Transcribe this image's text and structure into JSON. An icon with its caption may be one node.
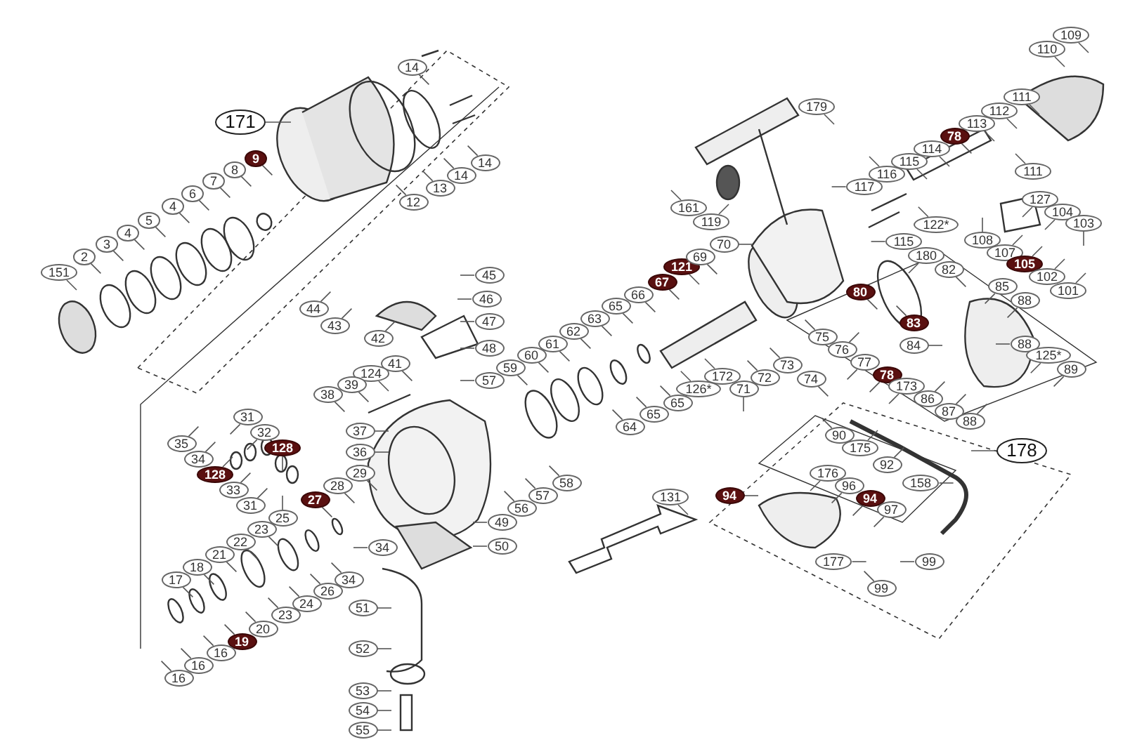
{
  "diagram": {
    "nodes": [
      {
        "text": [
          "14"
        ]
      },
      {
        "text": [
          "171"
        ]
      },
      {
        "text": [
          "9"
        ]
      },
      {
        "text": [
          "8"
        ]
      },
      {
        "text": [
          "7"
        ]
      },
      {
        "text": [
          "6"
        ]
      },
      {
        "text": [
          "4"
        ]
      },
      {
        "text": [
          "5"
        ]
      },
      {
        "text": [
          "4"
        ]
      },
      {
        "text": [
          "3"
        ]
      },
      {
        "text": [
          "2"
        ]
      },
      {
        "text": [
          "151"
        ]
      },
      {
        "text": [
          "14"
        ]
      },
      {
        "text": [
          "14"
        ]
      },
      {
        "text": [
          "13"
        ]
      },
      {
        "text": [
          "12"
        ]
      },
      {
        "text": [
          "45"
        ]
      },
      {
        "text": [
          "46"
        ]
      },
      {
        "text": [
          "44"
        ]
      },
      {
        "text": [
          "43"
        ]
      },
      {
        "text": [
          "47"
        ]
      },
      {
        "text": [
          "42"
        ]
      },
      {
        "text": [
          "48"
        ]
      },
      {
        "text": [
          "41"
        ]
      },
      {
        "text": [
          "124"
        ]
      },
      {
        "text": [
          "39"
        ]
      },
      {
        "text": [
          "38"
        ]
      },
      {
        "text": [
          "57"
        ]
      },
      {
        "text": [
          "59"
        ]
      },
      {
        "text": [
          "60"
        ]
      },
      {
        "text": [
          "61"
        ]
      },
      {
        "text": [
          "62"
        ]
      },
      {
        "text": [
          "63"
        ]
      },
      {
        "text": [
          "65"
        ]
      },
      {
        "text": [
          "66"
        ]
      },
      {
        "text": [
          "67"
        ]
      },
      {
        "text": [
          "121"
        ]
      },
      {
        "text": [
          "31"
        ]
      },
      {
        "text": [
          "32"
        ]
      },
      {
        "text": [
          "37"
        ]
      },
      {
        "text": [
          "35"
        ]
      },
      {
        "text": [
          "128"
        ]
      },
      {
        "text": [
          "36"
        ]
      },
      {
        "text": [
          "34"
        ]
      },
      {
        "text": [
          "128"
        ]
      },
      {
        "text": [
          "29"
        ]
      },
      {
        "text": [
          "58"
        ]
      },
      {
        "text": [
          "33"
        ]
      },
      {
        "text": [
          "28"
        ]
      },
      {
        "text": [
          "57"
        ]
      },
      {
        "text": [
          "27"
        ]
      },
      {
        "text": [
          "31"
        ]
      },
      {
        "text": [
          "56"
        ]
      },
      {
        "text": [
          "25"
        ]
      },
      {
        "text": [
          "49"
        ]
      },
      {
        "text": [
          "23"
        ]
      },
      {
        "text": [
          "22"
        ]
      },
      {
        "text": [
          "50"
        ]
      },
      {
        "text": [
          "34"
        ]
      },
      {
        "text": [
          "21"
        ]
      },
      {
        "text": [
          "18"
        ]
      },
      {
        "text": [
          "17"
        ]
      },
      {
        "text": [
          "34"
        ]
      },
      {
        "text": [
          "26"
        ]
      },
      {
        "text": [
          "24"
        ]
      },
      {
        "text": [
          "51"
        ]
      },
      {
        "text": [
          "23"
        ]
      },
      {
        "text": [
          "20"
        ]
      },
      {
        "text": [
          "19"
        ]
      },
      {
        "text": [
          "52"
        ]
      },
      {
        "text": [
          "16"
        ]
      },
      {
        "text": [
          "16"
        ]
      },
      {
        "text": [
          "16"
        ]
      },
      {
        "text": [
          "53"
        ]
      },
      {
        "text": [
          "54"
        ]
      },
      {
        "text": [
          "55"
        ]
      },
      {
        "text": [
          "109"
        ]
      },
      {
        "text": [
          "110"
        ]
      },
      {
        "text": [
          "111"
        ]
      },
      {
        "text": [
          "179"
        ]
      },
      {
        "text": [
          "112"
        ]
      },
      {
        "text": [
          "113"
        ]
      },
      {
        "text": [
          "78"
        ]
      },
      {
        "text": [
          "114"
        ]
      },
      {
        "text": [
          "115"
        ]
      },
      {
        "text": [
          "111"
        ]
      },
      {
        "text": [
          "116"
        ]
      },
      {
        "text": [
          "117"
        ]
      },
      {
        "text": [
          "127"
        ]
      },
      {
        "text": [
          "161"
        ]
      },
      {
        "text": [
          "104"
        ]
      },
      {
        "text": [
          "119"
        ]
      },
      {
        "text": [
          "103"
        ]
      },
      {
        "text": [
          "122*"
        ]
      },
      {
        "text": [
          "108"
        ]
      },
      {
        "text": [
          "115"
        ]
      },
      {
        "text": [
          "70"
        ]
      },
      {
        "text": [
          "107"
        ]
      },
      {
        "text": [
          "180"
        ]
      },
      {
        "text": [
          "69"
        ]
      },
      {
        "text": [
          "105"
        ]
      },
      {
        "text": [
          "82"
        ]
      },
      {
        "text": [
          "102"
        ]
      },
      {
        "text": [
          "85"
        ]
      },
      {
        "text": [
          "101"
        ]
      },
      {
        "text": [
          "80"
        ]
      },
      {
        "text": [
          "88"
        ]
      },
      {
        "text": [
          "83"
        ]
      },
      {
        "text": [
          "75"
        ]
      },
      {
        "text": [
          "84"
        ]
      },
      {
        "text": [
          "88"
        ]
      },
      {
        "text": [
          "76"
        ]
      },
      {
        "text": [
          "125*"
        ]
      },
      {
        "text": [
          "77"
        ]
      },
      {
        "text": [
          "73"
        ]
      },
      {
        "text": [
          "89"
        ]
      },
      {
        "text": [
          "78"
        ]
      },
      {
        "text": [
          "172"
        ]
      },
      {
        "text": [
          "72"
        ]
      },
      {
        "text": [
          "74"
        ]
      },
      {
        "text": [
          "173"
        ]
      },
      {
        "text": [
          "126*"
        ]
      },
      {
        "text": [
          "71"
        ]
      },
      {
        "text": [
          "86"
        ]
      },
      {
        "text": [
          "65"
        ]
      },
      {
        "text": [
          "87"
        ]
      },
      {
        "text": [
          "65"
        ]
      },
      {
        "text": [
          "88"
        ]
      },
      {
        "text": [
          "64"
        ]
      },
      {
        "text": [
          "90"
        ]
      },
      {
        "text": [
          "175"
        ]
      },
      {
        "text": [
          "178"
        ]
      },
      {
        "text": [
          "92"
        ]
      },
      {
        "text": [
          "176"
        ]
      },
      {
        "text": [
          "158"
        ]
      },
      {
        "text": [
          "96"
        ]
      },
      {
        "text": [
          "131"
        ]
      },
      {
        "text": [
          "94"
        ]
      },
      {
        "text": [
          "94"
        ]
      },
      {
        "text": [
          "97"
        ]
      },
      {
        "text": [
          "177"
        ]
      },
      {
        "text": [
          "99"
        ]
      },
      {
        "text": [
          "99"
        ]
      }
    ],
    "edges": [
      {
        "from": 0,
        "to": null,
        "arrow": "none"
      },
      {
        "from": 1,
        "to": null,
        "arrow": "none"
      },
      {
        "from": 2,
        "to": null,
        "arrow": "none"
      },
      {
        "from": 3,
        "to": null,
        "arrow": "none"
      },
      {
        "from": 4,
        "to": null,
        "arrow": "none"
      },
      {
        "from": 5,
        "to": null,
        "arrow": "none"
      },
      {
        "from": 6,
        "to": null,
        "arrow": "none"
      },
      {
        "from": 7,
        "to": null,
        "arrow": "none"
      },
      {
        "from": 8,
        "to": null,
        "arrow": "none"
      },
      {
        "from": 9,
        "to": null,
        "arrow": "none"
      },
      {
        "from": 10,
        "to": null,
        "arrow": "none"
      },
      {
        "from": 11,
        "to": null,
        "arrow": "none"
      },
      {
        "from": 12,
        "to": null,
        "arrow": "none"
      },
      {
        "from": 13,
        "to": null,
        "arrow": "none"
      },
      {
        "from": 14,
        "to": null,
        "arrow": "none"
      },
      {
        "from": 15,
        "to": null,
        "arrow": "none"
      },
      {
        "from": 16,
        "to": null,
        "arrow": "none"
      },
      {
        "from": 17,
        "to": null,
        "arrow": "none"
      },
      {
        "from": 18,
        "to": null,
        "arrow": "none"
      },
      {
        "from": 19,
        "to": null,
        "arrow": "none"
      },
      {
        "from": 20,
        "to": null,
        "arrow": "none"
      },
      {
        "from": 21,
        "to": null,
        "arrow": "none"
      },
      {
        "from": 22,
        "to": null,
        "arrow": "none"
      },
      {
        "from": 23,
        "to": null,
        "arrow": "none"
      },
      {
        "from": 24,
        "to": null,
        "arrow": "none"
      },
      {
        "from": 25,
        "to": null,
        "arrow": "none"
      },
      {
        "from": 26,
        "to": null,
        "arrow": "none"
      },
      {
        "from": 27,
        "to": null,
        "arrow": "none"
      },
      {
        "from": 28,
        "to": null,
        "arrow": "none"
      },
      {
        "from": 29,
        "to": null,
        "arrow": "none"
      },
      {
        "from": 30,
        "to": null,
        "arrow": "none"
      },
      {
        "from": 31,
        "to": null,
        "arrow": "none"
      },
      {
        "from": 32,
        "to": null,
        "arrow": "none"
      },
      {
        "from": 33,
        "to": null,
        "arrow": "none"
      },
      {
        "from": 34,
        "to": null,
        "arrow": "none"
      },
      {
        "from": 35,
        "to": null,
        "arrow": "none"
      },
      {
        "from": 36,
        "to": null,
        "arrow": "none"
      },
      {
        "from": 37,
        "to": null,
        "arrow": "none"
      },
      {
        "from": 38,
        "to": null,
        "arrow": "none"
      },
      {
        "from": 39,
        "to": null,
        "arrow": "none"
      },
      {
        "from": 40,
        "to": null,
        "arrow": "none"
      },
      {
        "from": 41,
        "to": null,
        "arrow": "none"
      },
      {
        "from": 42,
        "to": null,
        "arrow": "none"
      },
      {
        "from": 43,
        "to": null,
        "arrow": "none"
      },
      {
        "from": 44,
        "to": null,
        "arrow": "none"
      },
      {
        "from": 45,
        "to": null,
        "arrow": "none"
      },
      {
        "from": 46,
        "to": null,
        "arrow": "none"
      },
      {
        "from": 47,
        "to": null,
        "arrow": "none"
      },
      {
        "from": 48,
        "to": null,
        "arrow": "none"
      },
      {
        "from": 49,
        "to": null,
        "arrow": "none"
      },
      {
        "from": 50,
        "to": null,
        "arrow": "none"
      },
      {
        "from": 51,
        "to": null,
        "arrow": "none"
      },
      {
        "from": 52,
        "to": null,
        "arrow": "none"
      },
      {
        "from": 53,
        "to": null,
        "arrow": "none"
      },
      {
        "from": 54,
        "to": null,
        "arrow": "none"
      },
      {
        "from": 55,
        "to": null,
        "arrow": "none"
      },
      {
        "from": 56,
        "to": null,
        "arrow": "none"
      },
      {
        "from": 57,
        "to": null,
        "arrow": "none"
      },
      {
        "from": 58,
        "to": null,
        "arrow": "none"
      },
      {
        "from": 59,
        "to": null,
        "arrow": "none"
      },
      {
        "from": 60,
        "to": null,
        "arrow": "none"
      },
      {
        "from": 61,
        "to": null,
        "arrow": "none"
      },
      {
        "from": 62,
        "to": null,
        "arrow": "none"
      },
      {
        "from": 63,
        "to": null,
        "arrow": "none"
      },
      {
        "from": 64,
        "to": null,
        "arrow": "none"
      },
      {
        "from": 65,
        "to": null,
        "arrow": "none"
      },
      {
        "from": 66,
        "to": null,
        "arrow": "none"
      },
      {
        "from": 67,
        "to": null,
        "arrow": "none"
      },
      {
        "from": 68,
        "to": null,
        "arrow": "none"
      },
      {
        "from": 69,
        "to": null,
        "arrow": "none"
      },
      {
        "from": 70,
        "to": null,
        "arrow": "none"
      },
      {
        "from": 71,
        "to": null,
        "arrow": "none"
      },
      {
        "from": 72,
        "to": null,
        "arrow": "none"
      },
      {
        "from": 73,
        "to": null,
        "arrow": "none"
      },
      {
        "from": 74,
        "to": null,
        "arrow": "none"
      },
      {
        "from": 75,
        "to": null,
        "arrow": "none"
      },
      {
        "from": 76,
        "to": null,
        "arrow": "none"
      },
      {
        "from": 77,
        "to": null,
        "arrow": "none"
      },
      {
        "from": 78,
        "to": null,
        "arrow": "none"
      },
      {
        "from": 79,
        "to": null,
        "arrow": "none"
      },
      {
        "from": 80,
        "to": null,
        "arrow": "none"
      },
      {
        "from": 81,
        "to": null,
        "arrow": "none"
      },
      {
        "from": 82,
        "to": null,
        "arrow": "none"
      },
      {
        "from": 83,
        "to": null,
        "arrow": "none"
      },
      {
        "from": 84,
        "to": null,
        "arrow": "none"
      },
      {
        "from": 85,
        "to": null,
        "arrow": "none"
      },
      {
        "from": 86,
        "to": null,
        "arrow": "none"
      },
      {
        "from": 87,
        "to": null,
        "arrow": "none"
      },
      {
        "from": 88,
        "to": null,
        "arrow": "none"
      },
      {
        "from": 89,
        "to": null,
        "arrow": "none"
      },
      {
        "from": 90,
        "to": null,
        "arrow": "none"
      },
      {
        "from": 91,
        "to": null,
        "arrow": "none"
      },
      {
        "from": 92,
        "to": null,
        "arrow": "none"
      },
      {
        "from": 93,
        "to": null,
        "arrow": "none"
      },
      {
        "from": 94,
        "to": null,
        "arrow": "none"
      },
      {
        "from": 95,
        "to": null,
        "arrow": "none"
      },
      {
        "from": 96,
        "to": null,
        "arrow": "none"
      },
      {
        "from": 97,
        "to": null,
        "arrow": "none"
      },
      {
        "from": 98,
        "to": null,
        "arrow": "none"
      },
      {
        "from": 99,
        "to": null,
        "arrow": "none"
      },
      {
        "from": 100,
        "to": null,
        "arrow": "none"
      },
      {
        "from": 101,
        "to": null,
        "arrow": "none"
      },
      {
        "from": 102,
        "to": null,
        "arrow": "none"
      },
      {
        "from": 103,
        "to": null,
        "arrow": "none"
      },
      {
        "from": 104,
        "to": null,
        "arrow": "none"
      },
      {
        "from": 105,
        "to": null,
        "arrow": "none"
      },
      {
        "from": 106,
        "to": null,
        "arrow": "none"
      },
      {
        "from": 107,
        "to": null,
        "arrow": "none"
      },
      {
        "from": 108,
        "to": null,
        "arrow": "none"
      },
      {
        "from": 109,
        "to": null,
        "arrow": "none"
      },
      {
        "from": 110,
        "to": null,
        "arrow": "none"
      },
      {
        "from": 111,
        "to": null,
        "arrow": "none"
      },
      {
        "from": 112,
        "to": null,
        "arrow": "none"
      },
      {
        "from": 113,
        "to": null,
        "arrow": "none"
      },
      {
        "from": 114,
        "to": null,
        "arrow": "none"
      },
      {
        "from": 115,
        "to": null,
        "arrow": "none"
      },
      {
        "from": 116,
        "to": null,
        "arrow": "none"
      },
      {
        "from": 117,
        "to": null,
        "arrow": "none"
      },
      {
        "from": 118,
        "to": null,
        "arrow": "none"
      },
      {
        "from": 119,
        "to": null,
        "arrow": "none"
      },
      {
        "from": 120,
        "to": null,
        "arrow": "none"
      },
      {
        "from": 121,
        "to": null,
        "arrow": "none"
      },
      {
        "from": 122,
        "to": null,
        "arrow": "none"
      },
      {
        "from": 123,
        "to": null,
        "arrow": "none"
      },
      {
        "from": 124,
        "to": null,
        "arrow": "none"
      },
      {
        "from": 125,
        "to": null,
        "arrow": "none"
      },
      {
        "from": 126,
        "to": null,
        "arrow": "none"
      },
      {
        "from": 127,
        "to": null,
        "arrow": "none"
      },
      {
        "from": 128,
        "to": null,
        "arrow": "none"
      },
      {
        "from": 129,
        "to": null,
        "arrow": "none"
      },
      {
        "from": 130,
        "to": null,
        "arrow": "none"
      },
      {
        "from": 131,
        "to": null,
        "arrow": "none"
      },
      {
        "from": 132,
        "to": null,
        "arrow": "none"
      },
      {
        "from": 133,
        "to": null,
        "arrow": "none"
      },
      {
        "from": 134,
        "to": null,
        "arrow": "none"
      },
      {
        "from": 135,
        "to": null,
        "arrow": "none"
      },
      {
        "from": 136,
        "to": null,
        "arrow": "none"
      },
      {
        "from": 137,
        "to": null,
        "arrow": "none"
      },
      {
        "from": 138,
        "to": null,
        "arrow": "none"
      },
      {
        "from": 139,
        "to": null,
        "arrow": "none"
      },
      {
        "from": 140,
        "to": null,
        "arrow": "none"
      },
      {
        "from": 141,
        "to": null,
        "arrow": "none"
      },
      {
        "from": 142,
        "to": null,
        "arrow": "none"
      }
    ]
  }
}
